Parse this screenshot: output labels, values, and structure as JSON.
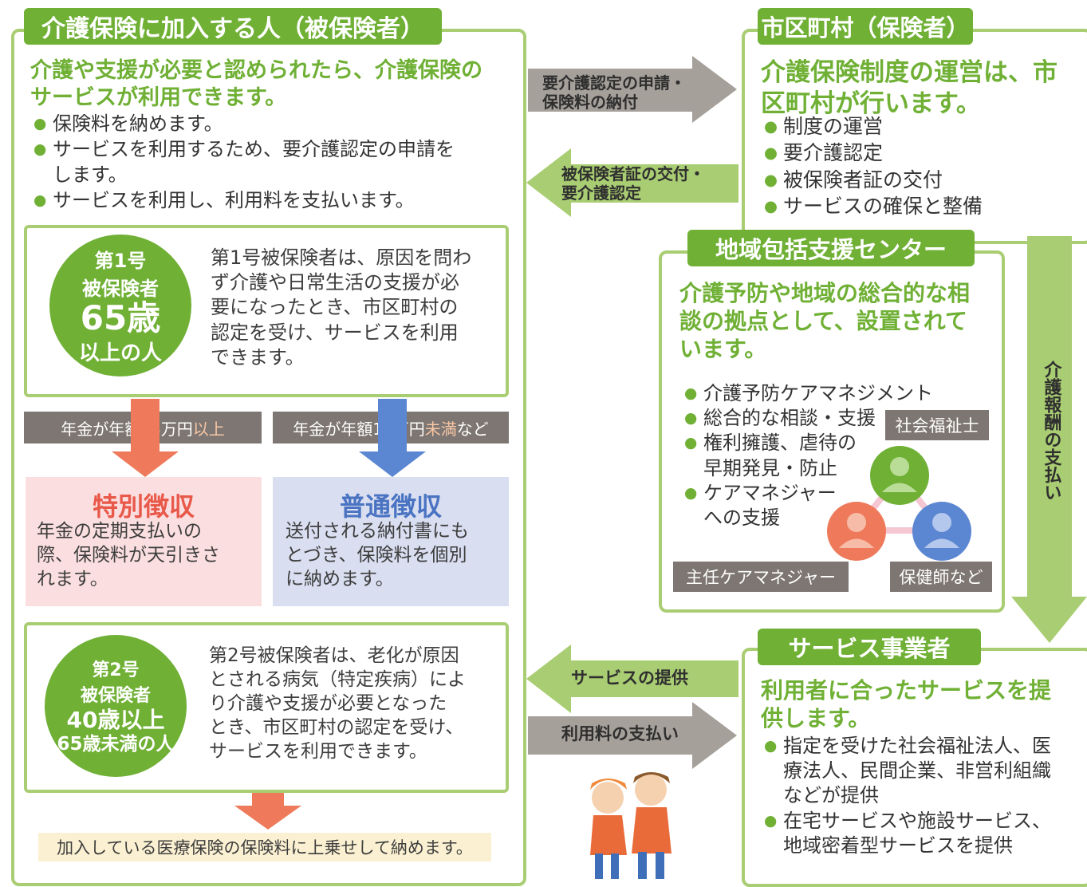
{
  "insured": {
    "title": "介護保険に加入する人（被保険者）",
    "lead_1": "介護や支援が必要と認められたら、介護保険の",
    "lead_2": "サービスが利用できます。",
    "bullets": [
      "保険料を納めます。",
      "サービスを利用するため、要介護認定の申請を",
      "します。",
      "サービスを利用し、利用料を支払います。"
    ],
    "first": {
      "badge_1": "第1号",
      "badge_2": "被保険者",
      "badge_3": "65歳",
      "badge_4": "以上の人",
      "lines": [
        "第1号被保険者は、原因を問わ",
        "ず介護や日常生活の支援が必",
        "要になったとき、市区町村の",
        "認定を受け、サービスを利用",
        "できます。"
      ]
    },
    "pension_high": {
      "prefix": "年金が年額18万円",
      "highlight": "以上",
      "suffix": ""
    },
    "pension_low": {
      "prefix": "年金が年額18万円",
      "highlight": "未満",
      "suffix": "など"
    },
    "special": {
      "title": "特別徴収",
      "lines": [
        "年金の定期支払いの",
        "際、保険料が天引きさ",
        "れます。"
      ]
    },
    "normal": {
      "title": "普通徴収",
      "lines": [
        "送付される納付書にも",
        "とづき、保険料を個別",
        "に納めます。"
      ]
    },
    "second": {
      "badge_1": "第2号",
      "badge_2": "被保険者",
      "badge_3": "40歳以上",
      "badge_4": "65歳未満の人",
      "lines": [
        "第2号被保険者は、老化が原因",
        "とされる病気（特定疾病）によ",
        "り介護や支援が必要となった",
        "とき、市区町村の認定を受け、",
        "サービスを利用できます。"
      ]
    },
    "medical_note": "加入している医療保険の保険料に上乗せして納めます。"
  },
  "flows": {
    "to_municipality_1": "要介護認定の申請・",
    "to_municipality_2": "保険料の納付",
    "from_municipality_1": "被保険者証の交付・",
    "from_municipality_2": "要介護認定",
    "service_provide": "サービスの提供",
    "fee_payment": "利用料の支払い",
    "reward_payment": "介護報酬の支払い"
  },
  "municipality": {
    "title": "市区町村（保険者）",
    "lead_1": "介護保険制度の運営は、市",
    "lead_2": "区町村が行います。",
    "bullets": [
      "制度の運営",
      "要介護認定",
      "被保険者証の交付",
      "サービスの確保と整備"
    ]
  },
  "center": {
    "title": "地域包括支援センター",
    "lead_1": "介護予防や地域の総合的な相",
    "lead_2": "談の拠点として、設置されて",
    "lead_3": "います。",
    "bullets": [
      "介護予防ケアマネジメント",
      "総合的な相談・支援",
      "権利擁護、虐待の",
      "早期発見・防止",
      "ケアマネジャー",
      "への支援"
    ],
    "tag_social_worker": "社会福祉士",
    "tag_care_manager": "主任ケアマネジャー",
    "tag_nurse": "保健師など"
  },
  "provider": {
    "title": "サービス事業者",
    "lead_1": "利用者に合ったサービスを提",
    "lead_2": "供します。",
    "bullets": [
      "指定を受けた社会福祉法人、医",
      "療法人、民間企業、非営利組織",
      "などが提供",
      "在宅サービスや施設サービス、",
      "地域密着型サービスを提供"
    ]
  },
  "colors": {
    "green": "#6fb035",
    "light_green": "#a9cd72",
    "grey": "#7d7672",
    "pink": "#fbdfe0",
    "red_text": "#e8594a",
    "lavender": "#d9def0",
    "blue_text": "#4a73c2",
    "orange": "#ee7a5b",
    "blue_arrow": "#5b86d2"
  }
}
